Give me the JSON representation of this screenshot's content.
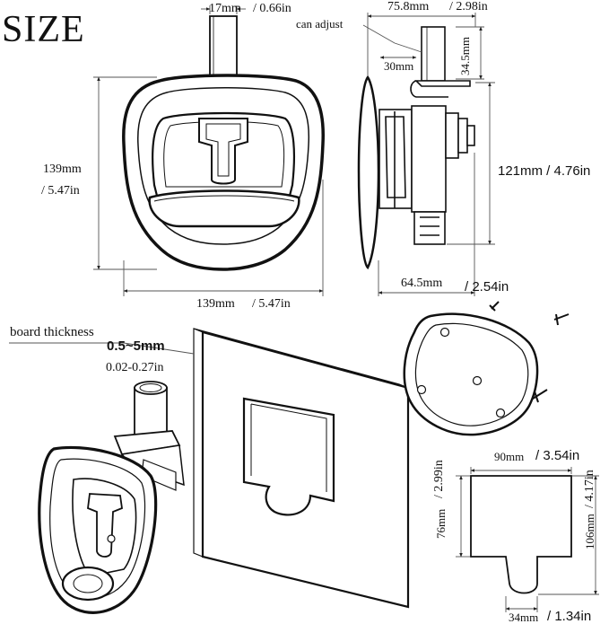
{
  "title": "SIZE",
  "front_view": {
    "stem_width": "17mm",
    "stem_width_in": "/ 0.66in",
    "height": "139mm",
    "height_in": "/ 5.47in",
    "width": "139mm",
    "width_in": "/ 5.47in"
  },
  "side_view": {
    "depth": "75.8mm",
    "depth_in": "/ 2.98in",
    "can_adjust": "can adjust",
    "adjust_length": "30mm",
    "stem_height": "34.5mm",
    "body_height": "121mm / 4.76in",
    "base_depth": "64.5mm",
    "base_depth_in": "/ 2.54in"
  },
  "board": {
    "label": "board thickness",
    "range_mm": "0.5~5mm",
    "range_in": "0.02-0.27in"
  },
  "cutout": {
    "width": "90mm",
    "width_in": "/ 3.54in",
    "height": "76mm",
    "height_in": "/ 2.99in",
    "total_height": "106mm",
    "total_height_in": "/ 4.17in",
    "notch_width": "34mm",
    "notch_width_in": "/ 1.34in"
  }
}
